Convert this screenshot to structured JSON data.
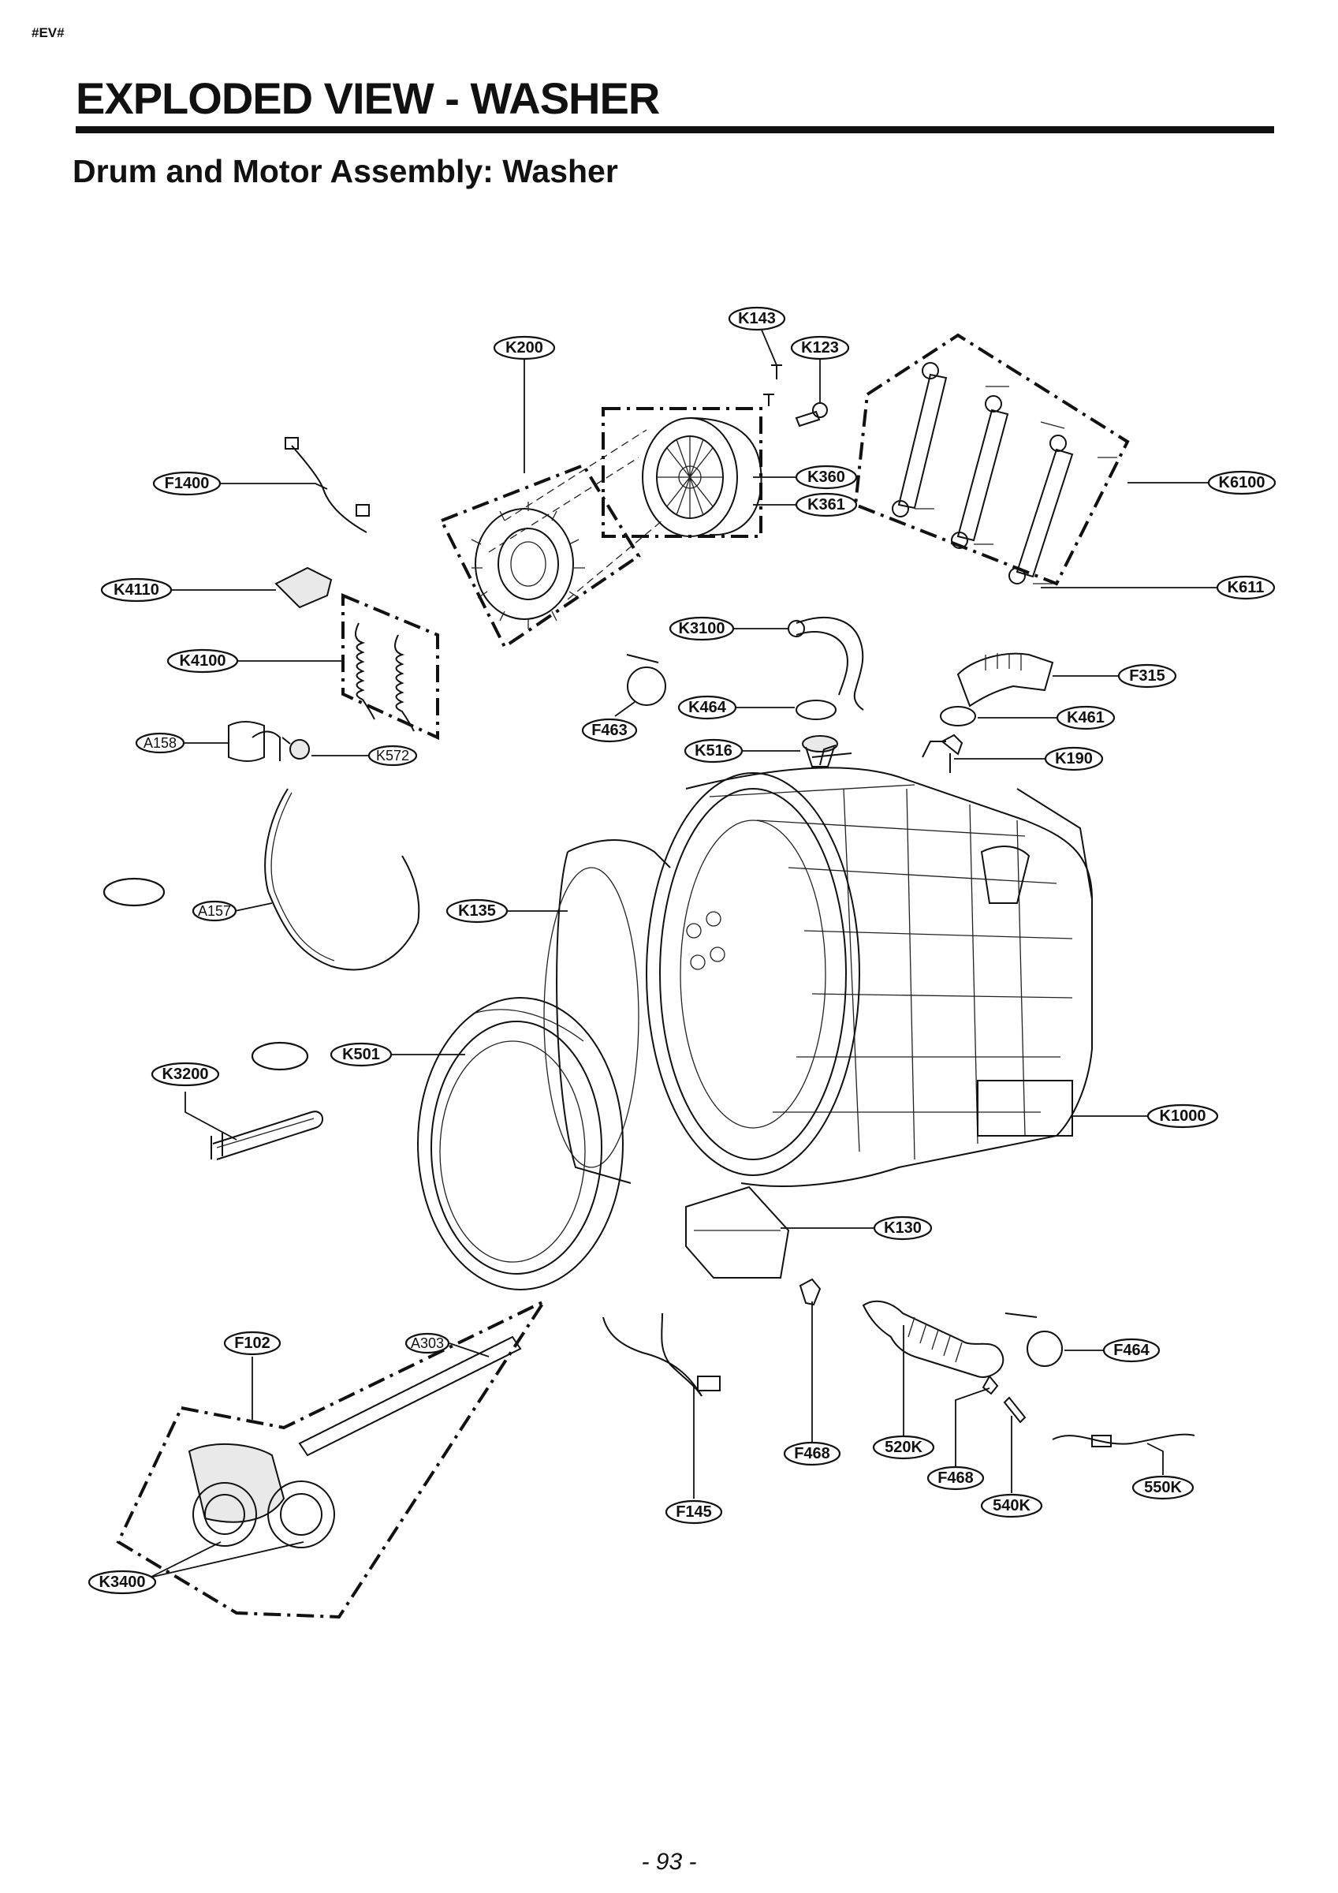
{
  "header": {
    "tag": "#EV#",
    "title": "EXPLODED VIEW - WASHER",
    "subtitle": "Drum and Motor Assembly: Washer"
  },
  "callouts": [
    {
      "id": "K143",
      "label": "K143"
    },
    {
      "id": "K200",
      "label": "K200"
    },
    {
      "id": "K123",
      "label": "K123"
    },
    {
      "id": "F1400",
      "label": "F1400"
    },
    {
      "id": "K360",
      "label": "K360"
    },
    {
      "id": "K361",
      "label": "K361"
    },
    {
      "id": "K6100",
      "label": "K6100"
    },
    {
      "id": "K4110",
      "label": "K4110"
    },
    {
      "id": "K611",
      "label": "K611"
    },
    {
      "id": "K3100",
      "label": "K3100"
    },
    {
      "id": "K4100",
      "label": "K4100"
    },
    {
      "id": "F315",
      "label": "F315"
    },
    {
      "id": "K464",
      "label": "K464"
    },
    {
      "id": "K461",
      "label": "K461"
    },
    {
      "id": "F463",
      "label": "F463"
    },
    {
      "id": "A158",
      "label": "A158"
    },
    {
      "id": "K516",
      "label": "K516"
    },
    {
      "id": "K572",
      "label": "K572"
    },
    {
      "id": "K190",
      "label": "K190"
    },
    {
      "id": "K135",
      "label": "K135"
    },
    {
      "id": "A157",
      "label": "A157"
    },
    {
      "id": "K501",
      "label": "K501"
    },
    {
      "id": "K3200",
      "label": "K3200"
    },
    {
      "id": "K1000",
      "label": "K1000"
    },
    {
      "id": "K130",
      "label": "K130"
    },
    {
      "id": "F102",
      "label": "F102"
    },
    {
      "id": "A303",
      "label": "A303"
    },
    {
      "id": "F464",
      "label": "F464"
    },
    {
      "id": "F468a",
      "label": "F468"
    },
    {
      "id": "520K",
      "label": "520K"
    },
    {
      "id": "F468b",
      "label": "F468"
    },
    {
      "id": "550K",
      "label": "550K"
    },
    {
      "id": "F145",
      "label": "F145"
    },
    {
      "id": "540K",
      "label": "540K"
    },
    {
      "id": "K3400",
      "label": "K3400"
    },
    {
      "id": "blank1",
      "label": ""
    },
    {
      "id": "blank2",
      "label": ""
    }
  ],
  "footer": {
    "page_number": "- 93 -"
  }
}
